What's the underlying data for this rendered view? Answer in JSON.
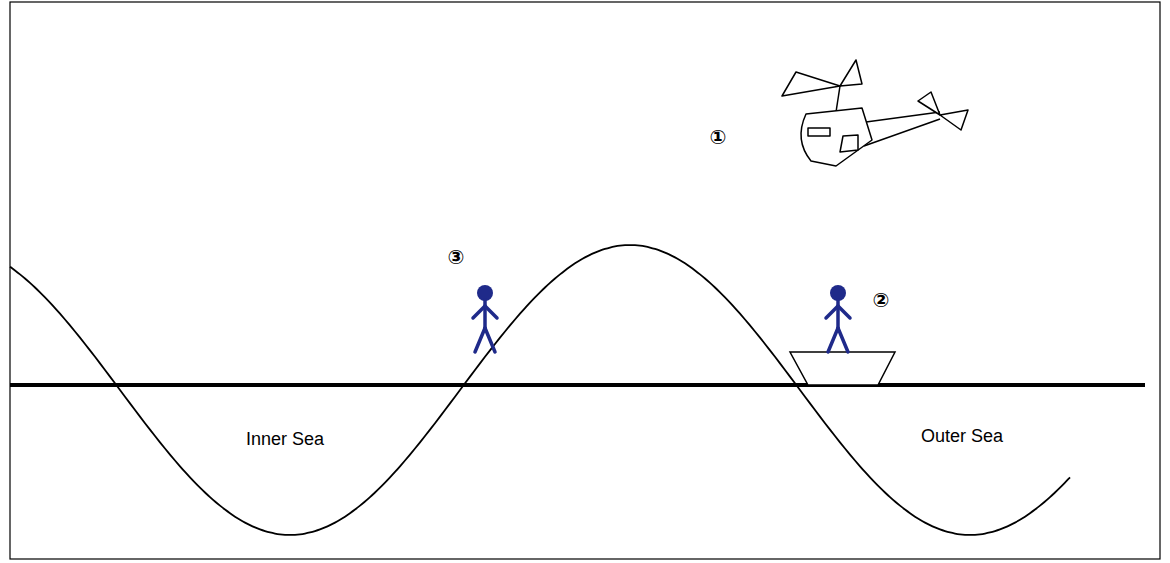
{
  "diagram": {
    "labels": [
      "①",
      "③",
      "②",
      "Inner Sea",
      "Outer Sea"
    ]
  }
}
